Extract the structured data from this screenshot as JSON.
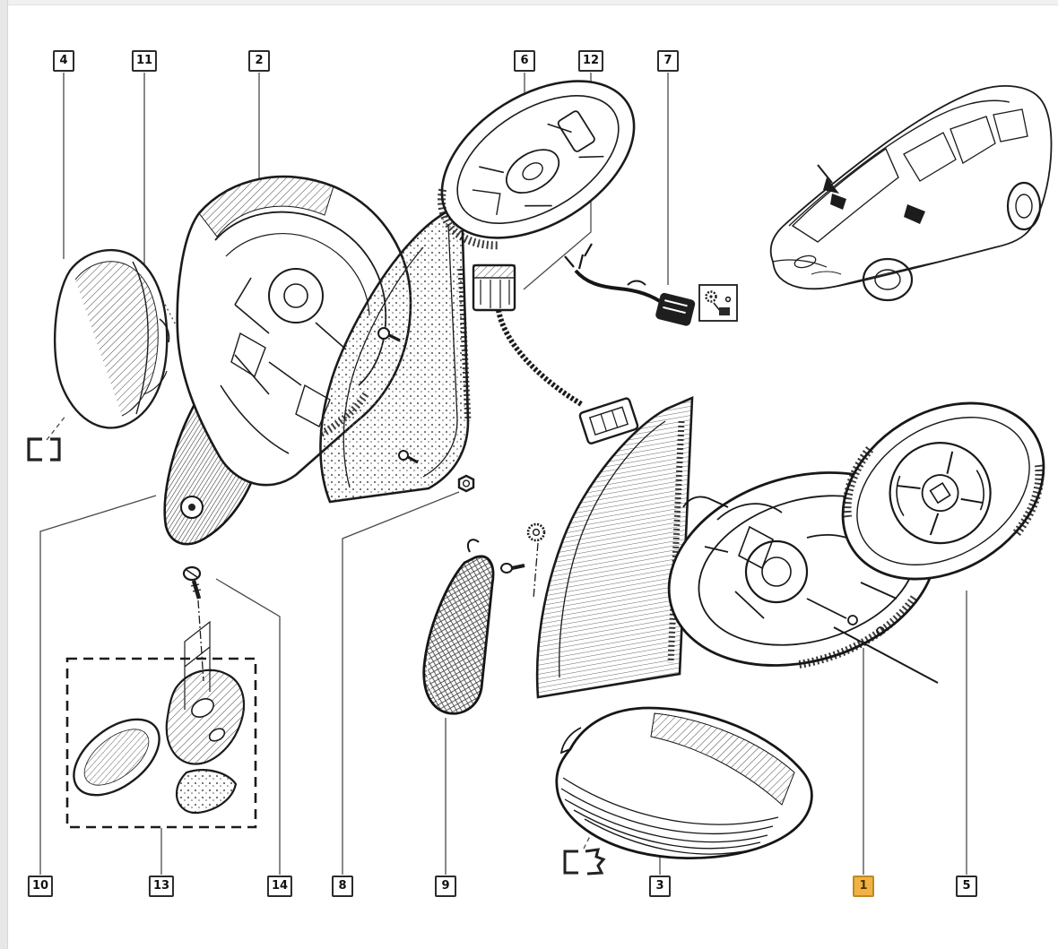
{
  "figure": {
    "type": "exploded-parts-diagram",
    "subject": "exterior rear-view door mirror assembly with vehicle locator drawing",
    "callouts": {
      "c1": {
        "label": "1",
        "highlighted": true
      },
      "c2": {
        "label": "2",
        "highlighted": false
      },
      "c3": {
        "label": "3",
        "highlighted": false
      },
      "c4": {
        "label": "4",
        "highlighted": false
      },
      "c5": {
        "label": "5",
        "highlighted": false
      },
      "c6": {
        "label": "6",
        "highlighted": false
      },
      "c7": {
        "label": "7",
        "highlighted": false
      },
      "c8": {
        "label": "8",
        "highlighted": false
      },
      "c9": {
        "label": "9",
        "highlighted": false
      },
      "c10": {
        "label": "10",
        "highlighted": false
      },
      "c11": {
        "label": "11",
        "highlighted": false
      },
      "c12": {
        "label": "12",
        "highlighted": false
      },
      "c13": {
        "label": "13",
        "highlighted": false
      },
      "c14": {
        "label": "14",
        "highlighted": false
      }
    },
    "colors": {
      "highlight_fill": "#F1B243",
      "highlight_border": "#BE8A25",
      "diagram_line": "#222222",
      "leader_line": "#4a4a4a",
      "background": "#FFFFFF",
      "page_edge": "#E7E7E7"
    }
  }
}
